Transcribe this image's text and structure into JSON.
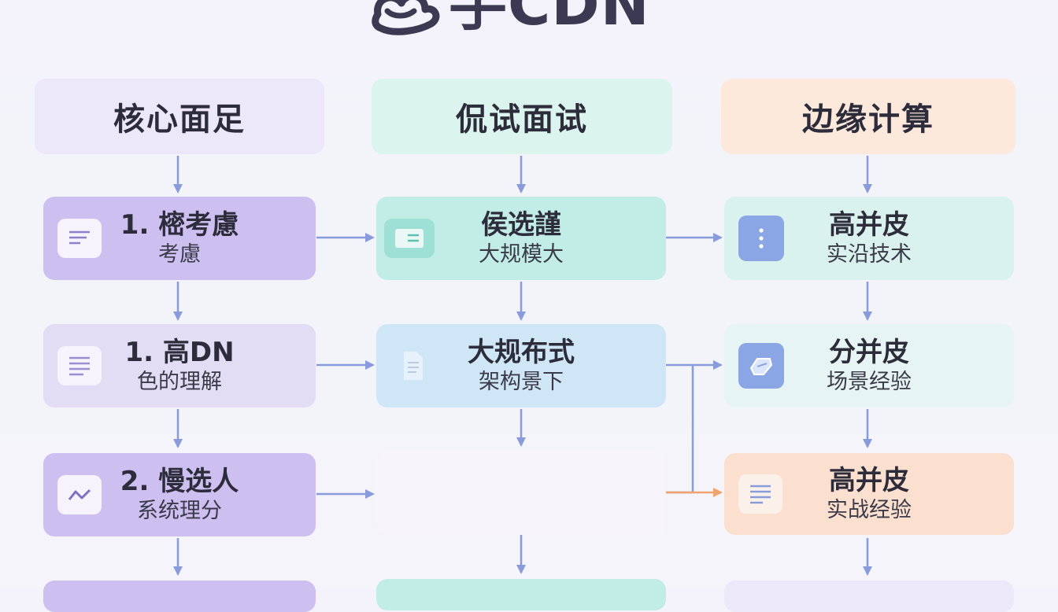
{
  "page_title": "手CDN",
  "colors": {
    "purple_header": "#ece8f9",
    "purple_node": "#cdbff0",
    "purple_node_light": "#e3dcf5",
    "teal_header": "#dcf4ee",
    "teal_node": "#c2ece6",
    "blue_node": "#cfe6f7",
    "orange_header": "#fde9dc",
    "orange_node": "#fce0cf",
    "mint_node": "#daf2ee",
    "arrow_blue": "#8a9bdc",
    "arrow_orange": "#f0a36a"
  },
  "columns": [
    {
      "header": "核心面足",
      "nodes": [
        {
          "main": "1. 樒考慮",
          "sub": "考慮",
          "icon": "document-icon"
        },
        {
          "main": "1. 高DN",
          "sub": "色的理解",
          "icon": "list-icon"
        },
        {
          "main": "2. 慢选人",
          "sub": "系统理分",
          "icon": "chart-icon"
        }
      ]
    },
    {
      "header": "侃试面试",
      "nodes": [
        {
          "main": "侯选謹",
          "sub": "大规模大",
          "icon": "card-icon"
        },
        {
          "main": "大规布式",
          "sub": "架构景下",
          "icon": "file-icon"
        },
        {
          "main": "",
          "sub": "",
          "icon": ""
        }
      ]
    },
    {
      "header": "边缘计算",
      "nodes": [
        {
          "main": "高并皮",
          "sub": "实沿技术",
          "icon": "more-icon"
        },
        {
          "main": "分并皮",
          "sub": "场景经验",
          "icon": "cube-icon"
        },
        {
          "main": "高并皮",
          "sub": "实战经验",
          "icon": "text-icon"
        }
      ]
    }
  ]
}
